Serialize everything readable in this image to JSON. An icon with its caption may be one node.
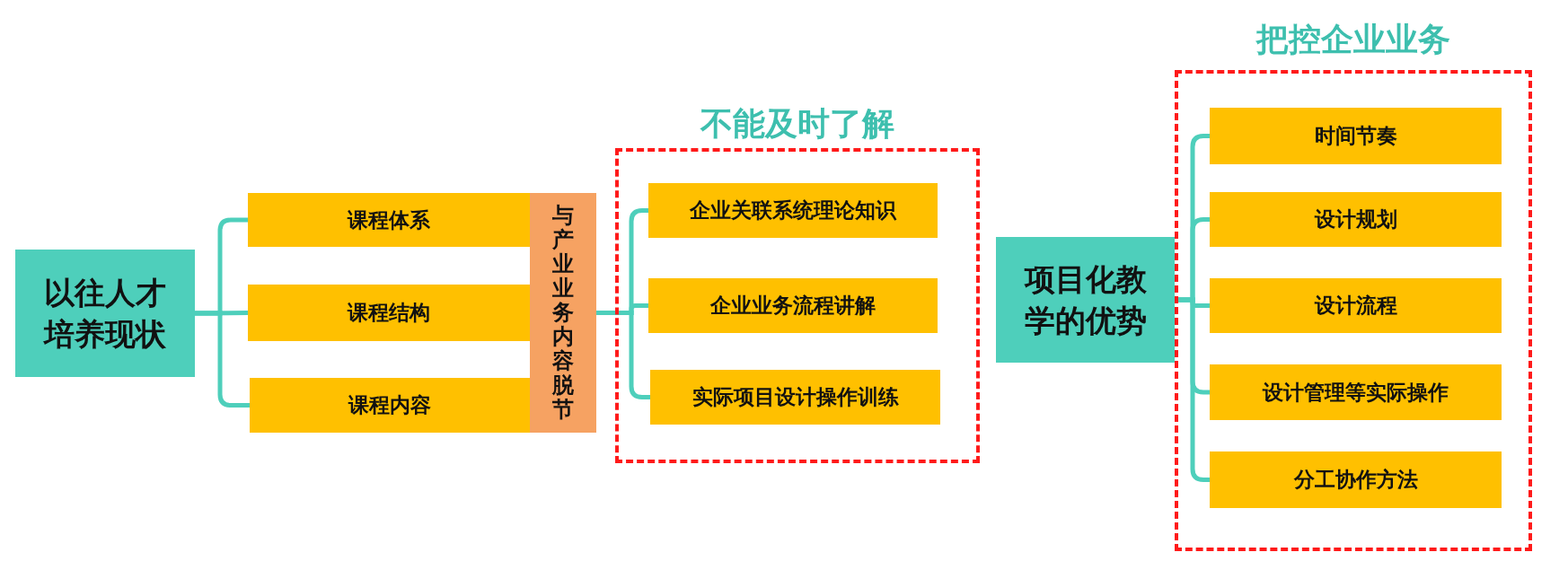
{
  "diagram": {
    "nodes": [
      {
        "text": [
          "以往人才培养现状"
        ]
      },
      {
        "text": [
          "课程体系"
        ]
      },
      {
        "text": [
          "课程结构"
        ]
      },
      {
        "text": [
          "课程内容"
        ]
      },
      {
        "text": [
          "与产业业务内容脱节"
        ]
      },
      {
        "text": [
          "不能及时了解"
        ]
      },
      {
        "text": [
          "企业关联系统理论知识"
        ],
        "in": 5
      },
      {
        "text": [
          "企业业务流程讲解"
        ],
        "in": 5
      },
      {
        "text": [
          "实际项目设计操作训练"
        ],
        "in": 5
      },
      {
        "text": [
          "项目化教学的优势"
        ]
      },
      {
        "text": [
          "把控企业业务"
        ]
      },
      {
        "text": [
          "时间节奏"
        ],
        "in": 10
      },
      {
        "text": [
          "设计规划"
        ],
        "in": 10
      },
      {
        "text": [
          "设计流程"
        ],
        "in": 10
      },
      {
        "text": [
          "设计管理等实际操作"
        ],
        "in": 10
      },
      {
        "text": [
          "分工协作方法"
        ],
        "in": 10
      }
    ],
    "edges": [
      {
        "from": 0,
        "to": 1,
        "arrow": "none"
      },
      {
        "from": 0,
        "to": 2,
        "arrow": "none"
      },
      {
        "from": 0,
        "to": 3,
        "arrow": "none"
      },
      {
        "from": 4,
        "to": 6,
        "arrow": "none"
      },
      {
        "from": 4,
        "to": 7,
        "arrow": "none"
      },
      {
        "from": 4,
        "to": 8,
        "arrow": "none"
      },
      {
        "from": 9,
        "to": 11,
        "arrow": "none"
      },
      {
        "from": 9,
        "to": 12,
        "arrow": "none"
      },
      {
        "from": 9,
        "to": 13,
        "arrow": "none"
      },
      {
        "from": 9,
        "to": 14,
        "arrow": "none"
      },
      {
        "from": 9,
        "to": 15,
        "arrow": "none"
      }
    ]
  }
}
